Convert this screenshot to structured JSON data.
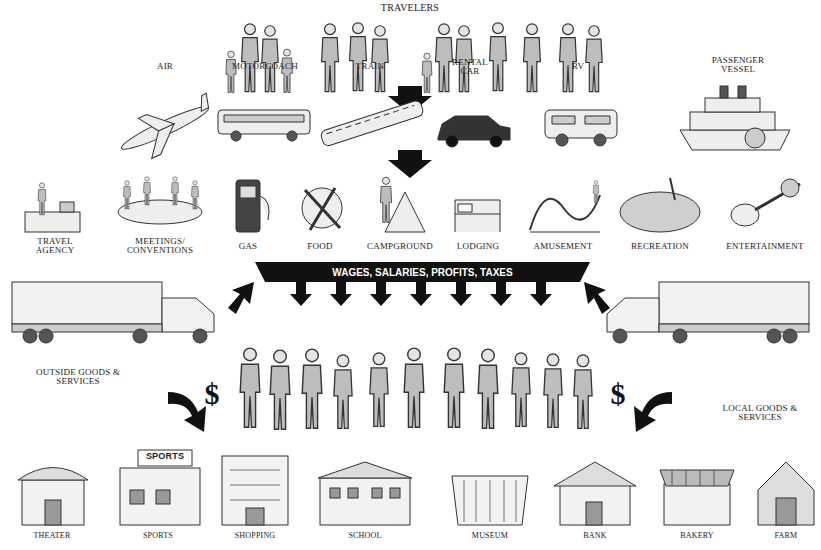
{
  "diagram": {
    "title": "TRAVELERS",
    "nodes": [
      {
        "text": [
          "WAGES, SALARIES, PROFITS, TAXES"
        ]
      }
    ],
    "labels": [
      "AIR",
      "MOTORCOACH",
      "TRAIN",
      "RENTAL CAR",
      "RV",
      "PASSENGER VESSEL",
      "TRAVEL AGENCY",
      "MEETINGS/ CONVENTIONS",
      "GAS",
      "FOOD",
      "CAMPGROUND",
      "LODGING",
      "AMUSEMENT",
      "RECREATION",
      "ENTERTAINMENT",
      "OUTSIDE GOODS & SERVICES",
      "LOCAL GOODS & SERVICES",
      "$",
      "$",
      "THEATER",
      "SPORTS",
      "SPORTS",
      "SHOPPING",
      "SCHOOL",
      "MUSEUM",
      "BANK",
      "BAKERY",
      "FARM"
    ]
  }
}
